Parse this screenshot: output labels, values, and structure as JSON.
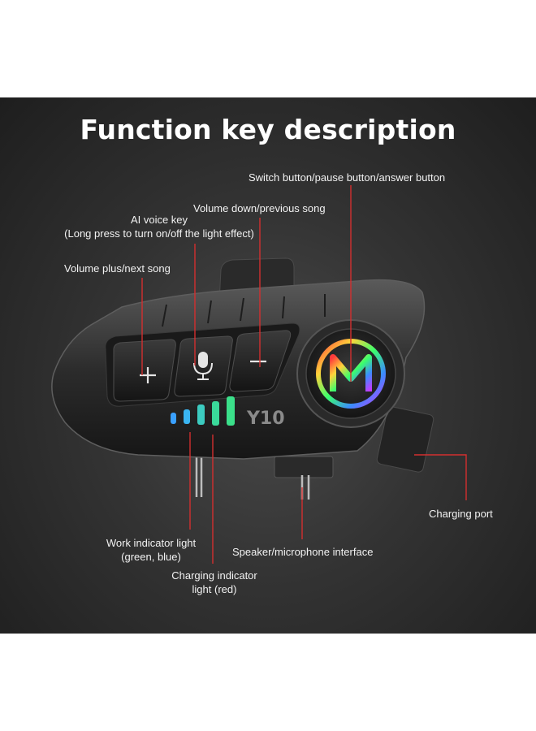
{
  "title": "Function key description",
  "labels": {
    "switch_button": "Switch button/pause button/answer button",
    "volume_down": "Volume down/previous song",
    "ai_voice_key_line1": "AI voice key",
    "ai_voice_key_line2": "(Long press to turn on/off the light effect)",
    "volume_plus": "Volume plus/next song",
    "charging_port": "Charging port",
    "work_indicator_line1": "Work indicator light",
    "work_indicator_line2": "(green, blue)",
    "speaker_mic": "Speaker/microphone interface",
    "charging_indicator_line1": "Charging indicator",
    "charging_indicator_line2": "light (red)"
  },
  "device": {
    "model_text": "Y10",
    "logo_letter": "M"
  },
  "colors": {
    "callout_line": "#d32f2f",
    "text": "#f2f2f2",
    "indicator_green": "#3be08a",
    "indicator_blue": "#3aa0ff"
  },
  "icons": [
    "plus-icon",
    "microphone-icon",
    "minus-icon",
    "m-logo-icon"
  ]
}
